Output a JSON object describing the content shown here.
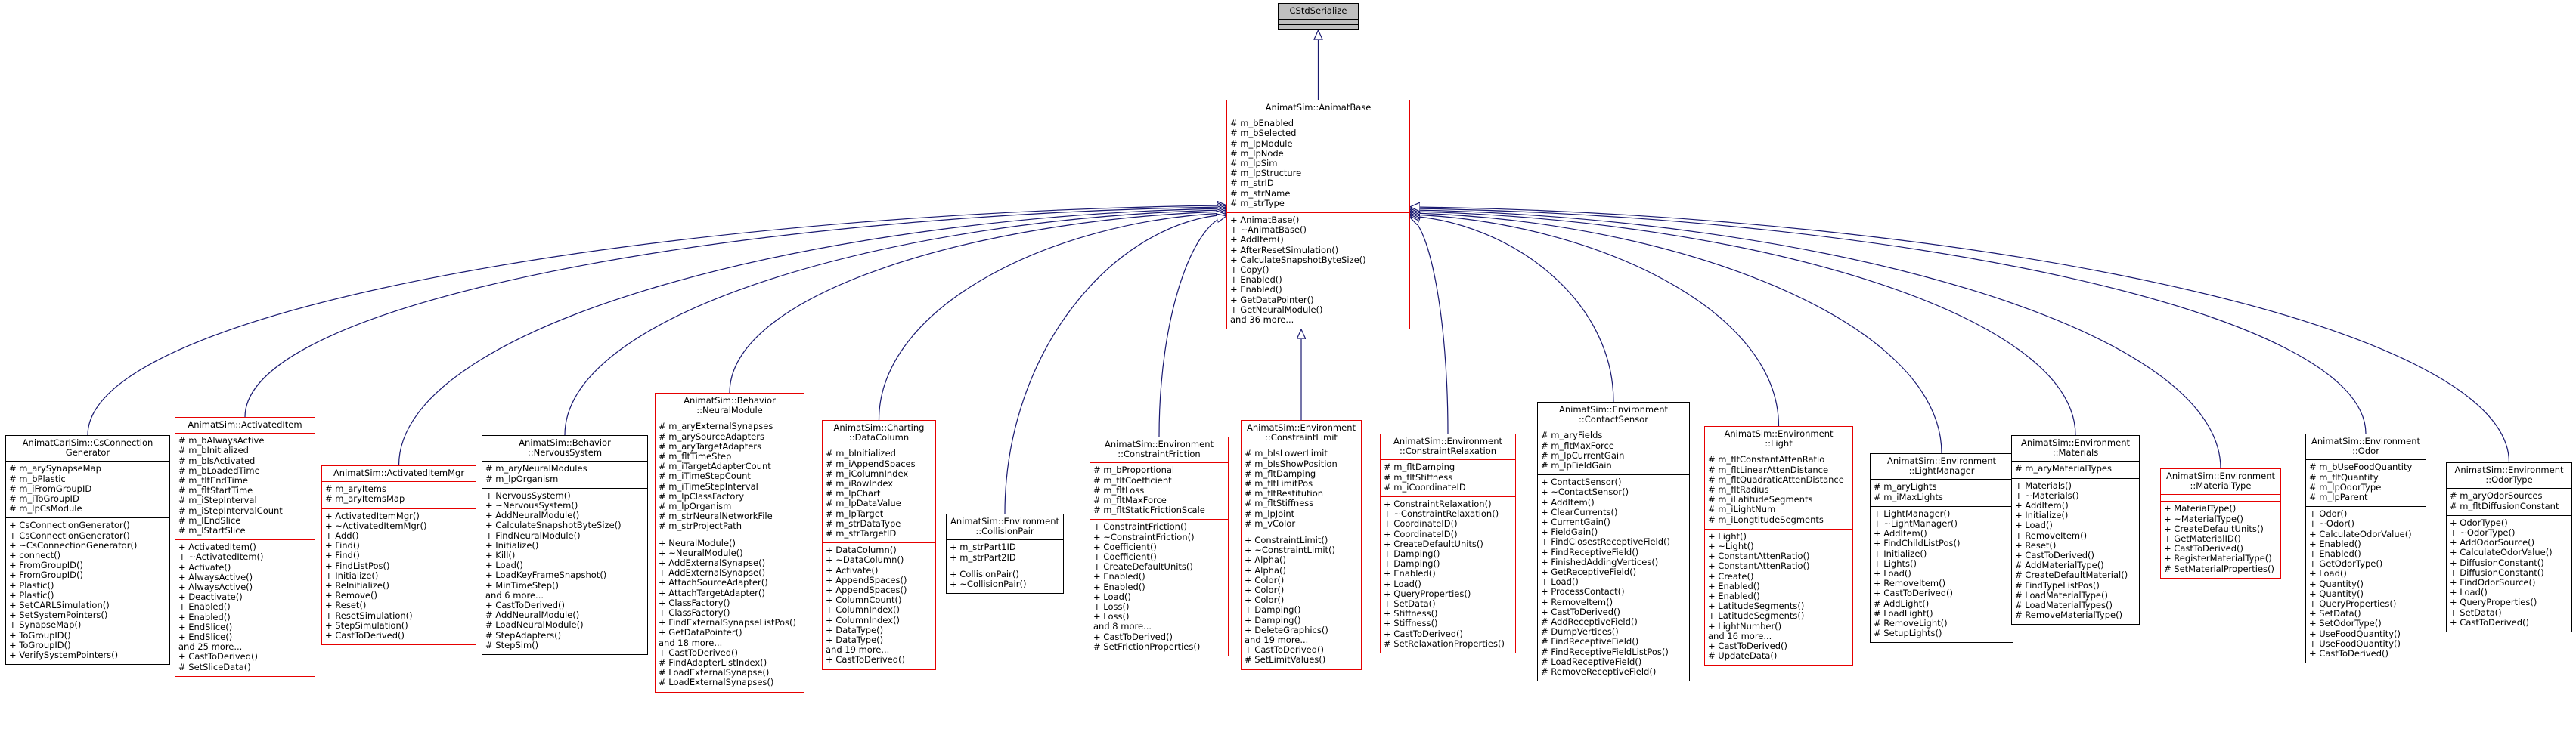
{
  "diagram": {
    "root": {
      "name": "CStdSerialize"
    },
    "base": {
      "name": "AnimatSim::AnimatBase",
      "attrs": [
        "# m_bEnabled",
        "# m_bSelected",
        "# m_lpModule",
        "# m_lpNode",
        "# m_lpSim",
        "# m_lpStructure",
        "# m_strID",
        "# m_strName",
        "# m_strType"
      ],
      "methods": [
        "+ AnimatBase()",
        "+ ~AnimatBase()",
        "+ AddItem()",
        "+ AfterResetSimulation()",
        "+ CalculateSnapshotByteSize()",
        "+ Copy()",
        "+ Enabled()",
        "+ Enabled()",
        "+ GetDataPointer()",
        "+ GetNeuralModule()",
        "and 36 more..."
      ]
    },
    "classes": [
      {
        "id": "cs-connection-generator",
        "title": [
          "AnimatCarlSim::CsConnection",
          "Generator"
        ],
        "attrs": [
          "# m_arySynapseMap",
          "# m_bPlastic",
          "# m_iFromGroupID",
          "# m_iToGroupID",
          "# m_lpCsModule"
        ],
        "methods": [
          "+ CsConnectionGenerator()",
          "+ CsConnectionGenerator()",
          "+ ~CsConnectionGenerator()",
          "+ connect()",
          "+ FromGroupID()",
          "+ FromGroupID()",
          "+ Plastic()",
          "+ Plastic()",
          "+ SetCARLSimulation()",
          "+ SetSystemPointers()",
          "+ SynapseMap()",
          "+ ToGroupID()",
          "+ ToGroupID()",
          "+ VerifySystemPointers()"
        ]
      },
      {
        "id": "activated-item",
        "title": [
          "AnimatSim::ActivatedItem"
        ],
        "attrs": [
          "# m_bAlwaysActive",
          "# m_bInitialized",
          "# m_bIsActivated",
          "# m_bLoadedTime",
          "# m_fltEndTime",
          "# m_fltStartTime",
          "# m_iStepInterval",
          "# m_iStepIntervalCount",
          "# m_lEndSlice",
          "# m_lStartSlice"
        ],
        "methods": [
          "+ ActivatedItem()",
          "+ ~ActivatedItem()",
          "+ Activate()",
          "+ AlwaysActive()",
          "+ AlwaysActive()",
          "+ Deactivate()",
          "+ Enabled()",
          "+ Enabled()",
          "+ EndSlice()",
          "+ EndSlice()",
          "and 25 more...",
          "+ CastToDerived()",
          "# SetSliceData()"
        ]
      },
      {
        "id": "activated-item-mgr",
        "title": [
          "AnimatSim::ActivatedItemMgr"
        ],
        "attrs": [
          "# m_aryItems",
          "# m_aryItemsMap"
        ],
        "methods": [
          "+ ActivatedItemMgr()",
          "+ ~ActivatedItemMgr()",
          "+ Add()",
          "+ Find()",
          "+ Find()",
          "+ FindListPos()",
          "+ Initialize()",
          "+ ReInitialize()",
          "+ Remove()",
          "+ Reset()",
          "+ ResetSimulation()",
          "+ StepSimulation()",
          "+ CastToDerived()"
        ]
      },
      {
        "id": "nervous-system",
        "title": [
          "AnimatSim::Behavior",
          "::NervousSystem"
        ],
        "attrs": [
          "# m_aryNeuralModules",
          "# m_lpOrganism"
        ],
        "methods": [
          "+ NervousSystem()",
          "+ ~NervousSystem()",
          "+ AddNeuralModule()",
          "+ CalculateSnapshotByteSize()",
          "+ FindNeuralModule()",
          "+ Initialize()",
          "+ Kill()",
          "+ Load()",
          "+ LoadKeyFrameSnapshot()",
          "+ MinTimeStep()",
          "and 6 more...",
          "+ CastToDerived()",
          "# AddNeuralModule()",
          "# LoadNeuralModule()",
          "# StepAdapters()",
          "# StepSim()"
        ]
      },
      {
        "id": "neural-module",
        "title": [
          "AnimatSim::Behavior",
          "::NeuralModule"
        ],
        "attrs": [
          "# m_aryExternalSynapses",
          "# m_arySourceAdapters",
          "# m_aryTargetAdapters",
          "# m_fltTimeStep",
          "# m_iTargetAdapterCount",
          "# m_iTimeStepCount",
          "# m_iTimeStepInterval",
          "# m_lpClassFactory",
          "# m_lpOrganism",
          "# m_strNeuralNetworkFile",
          "# m_strProjectPath"
        ],
        "methods": [
          "+ NeuralModule()",
          "+ ~NeuralModule()",
          "+ AddExternalSynapse()",
          "+ AddExternalSynapse()",
          "+ AttachSourceAdapter()",
          "+ AttachTargetAdapter()",
          "+ ClassFactory()",
          "+ ClassFactory()",
          "+ FindExternalSynapseListPos()",
          "+ GetDataPointer()",
          "and 18 more...",
          "+ CastToDerived()",
          "# FindAdapterListIndex()",
          "# LoadExternalSynapse()",
          "# LoadExternalSynapses()"
        ]
      },
      {
        "id": "data-column",
        "title": [
          "AnimatSim::Charting",
          "::DataColumn"
        ],
        "attrs": [
          "# m_bInitialized",
          "# m_iAppendSpaces",
          "# m_iColumnIndex",
          "# m_iRowIndex",
          "# m_lpChart",
          "# m_lpDataValue",
          "# m_lpTarget",
          "# m_strDataType",
          "# m_strTargetID"
        ],
        "methods": [
          "+ DataColumn()",
          "+ ~DataColumn()",
          "+ Activate()",
          "+ AppendSpaces()",
          "+ AppendSpaces()",
          "+ ColumnCount()",
          "+ ColumnIndex()",
          "+ ColumnIndex()",
          "+ DataType()",
          "+ DataType()",
          "and 19 more...",
          "+ CastToDerived()"
        ]
      },
      {
        "id": "collision-pair",
        "title": [
          "AnimatSim::Environment",
          "::CollisionPair"
        ],
        "attrs": [
          "+ m_strPart1ID",
          "+ m_strPart2ID"
        ],
        "methods": [
          "+ CollisionPair()",
          "+ ~CollisionPair()"
        ]
      },
      {
        "id": "constraint-friction",
        "title": [
          "AnimatSim::Environment",
          "::ConstraintFriction"
        ],
        "attrs": [
          "# m_bProportional",
          "# m_fltCoefficient",
          "# m_fltLoss",
          "# m_fltMaxForce",
          "# m_fltStaticFrictionScale"
        ],
        "methods": [
          "+ ConstraintFriction()",
          "+ ~ConstraintFriction()",
          "+ Coefficient()",
          "+ Coefficient()",
          "+ CreateDefaultUnits()",
          "+ Enabled()",
          "+ Enabled()",
          "+ Load()",
          "+ Loss()",
          "+ Loss()",
          "and 8 more...",
          "+ CastToDerived()",
          "# SetFrictionProperties()"
        ]
      },
      {
        "id": "constraint-limit",
        "title": [
          "AnimatSim::Environment",
          "::ConstraintLimit"
        ],
        "attrs": [
          "# m_bIsLowerLimit",
          "# m_bIsShowPosition",
          "# m_fltDamping",
          "# m_fltLimitPos",
          "# m_fltRestitution",
          "# m_fltStiffness",
          "# m_lpJoint",
          "# m_vColor"
        ],
        "methods": [
          "+ ConstraintLimit()",
          "+ ~ConstraintLimit()",
          "+ Alpha()",
          "+ Alpha()",
          "+ Color()",
          "+ Color()",
          "+ Color()",
          "+ Damping()",
          "+ Damping()",
          "+ DeleteGraphics()",
          "and 19 more...",
          "+ CastToDerived()",
          "# SetLimitValues()"
        ]
      },
      {
        "id": "constraint-relaxation",
        "title": [
          "AnimatSim::Environment",
          "::ConstraintRelaxation"
        ],
        "attrs": [
          "# m_fltDamping",
          "# m_fltStiffness",
          "# m_iCoordinateID"
        ],
        "methods": [
          "+ ConstraintRelaxation()",
          "+ ~ConstraintRelaxation()",
          "+ CoordinateID()",
          "+ CoordinateID()",
          "+ CreateDefaultUnits()",
          "+ Damping()",
          "+ Damping()",
          "+ Enabled()",
          "+ Load()",
          "+ QueryProperties()",
          "+ SetData()",
          "+ Stiffness()",
          "+ Stiffness()",
          "+ CastToDerived()",
          "# SetRelaxationProperties()"
        ]
      },
      {
        "id": "contact-sensor",
        "title": [
          "AnimatSim::Environment",
          "::ContactSensor"
        ],
        "attrs": [
          "# m_aryFields",
          "# m_fltMaxForce",
          "# m_lpCurrentGain",
          "# m_lpFieldGain"
        ],
        "methods": [
          "+ ContactSensor()",
          "+ ~ContactSensor()",
          "+ AddItem()",
          "+ ClearCurrents()",
          "+ CurrentGain()",
          "+ FieldGain()",
          "+ FindClosestReceptiveField()",
          "+ FindReceptiveField()",
          "+ FinishedAddingVertices()",
          "+ GetReceptiveField()",
          "+ Load()",
          "+ ProcessContact()",
          "+ RemoveItem()",
          "+ CastToDerived()",
          "# AddReceptiveField()",
          "# DumpVertices()",
          "# FindReceptiveField()",
          "# FindReceptiveFieldListPos()",
          "# LoadReceptiveField()",
          "# RemoveReceptiveField()"
        ]
      },
      {
        "id": "light",
        "title": [
          "AnimatSim::Environment",
          "::Light"
        ],
        "attrs": [
          "# m_fltConstantAttenRatio",
          "# m_fltLinearAttenDistance",
          "# m_fltQuadraticAttenDistance",
          "# m_fltRadius",
          "# m_iLatitudeSegments",
          "# m_iLightNum",
          "# m_iLongtitudeSegments"
        ],
        "methods": [
          "+ Light()",
          "+ ~Light()",
          "+ ConstantAttenRatio()",
          "+ ConstantAttenRatio()",
          "+ Create()",
          "+ Enabled()",
          "+ Enabled()",
          "+ LatitudeSegments()",
          "+ LatitudeSegments()",
          "+ LightNumber()",
          "and 16 more...",
          "+ CastToDerived()",
          "# UpdateData()"
        ]
      },
      {
        "id": "light-manager",
        "title": [
          "AnimatSim::Environment",
          "::LightManager"
        ],
        "attrs": [
          "# m_aryLights",
          "# m_iMaxLights"
        ],
        "methods": [
          "+ LightManager()",
          "+ ~LightManager()",
          "+ AddItem()",
          "+ FindChildListPos()",
          "+ Initialize()",
          "+ Lights()",
          "+ Load()",
          "+ RemoveItem()",
          "+ CastToDerived()",
          "# AddLight()",
          "# LoadLight()",
          "# RemoveLight()",
          "# SetupLights()"
        ]
      },
      {
        "id": "materials",
        "title": [
          "AnimatSim::Environment",
          "::Materials"
        ],
        "attrs": [
          "# m_aryMaterialTypes"
        ],
        "methods": [
          "+ Materials()",
          "+ ~Materials()",
          "+ AddItem()",
          "+ Initialize()",
          "+ Load()",
          "+ RemoveItem()",
          "+ Reset()",
          "+ CastToDerived()",
          "# AddMaterialType()",
          "# CreateDefaultMaterial()",
          "# FindTypeListPos()",
          "# LoadMaterialType()",
          "# LoadMaterialTypes()",
          "# RemoveMaterialType()"
        ]
      },
      {
        "id": "material-type",
        "title": [
          "AnimatSim::Environment",
          "::MaterialType"
        ],
        "attrs": [],
        "methods": [
          "+ MaterialType()",
          "+ ~MaterialType()",
          "+ CreateDefaultUnits()",
          "+ GetMaterialID()",
          "+ CastToDerived()",
          "+ RegisterMaterialType()",
          "# SetMaterialProperties()"
        ]
      },
      {
        "id": "odor",
        "title": [
          "AnimatSim::Environment",
          "::Odor"
        ],
        "attrs": [
          "# m_bUseFoodQuantity",
          "# m_fltQuantity",
          "# m_lpOdorType",
          "# m_lpParent"
        ],
        "methods": [
          "+ Odor()",
          "+ ~Odor()",
          "+ CalculateOdorValue()",
          "+ Enabled()",
          "+ Enabled()",
          "+ GetOdorType()",
          "+ Load()",
          "+ Quantity()",
          "+ Quantity()",
          "+ QueryProperties()",
          "+ SetData()",
          "+ SetOdorType()",
          "+ UseFoodQuantity()",
          "+ UseFoodQuantity()",
          "+ CastToDerived()"
        ]
      },
      {
        "id": "odor-type",
        "title": [
          "AnimatSim::Environment",
          "::OdorType"
        ],
        "attrs": [
          "# m_aryOdorSources",
          "# m_fltDiffusionConstant"
        ],
        "methods": [
          "+ OdorType()",
          "+ ~OdorType()",
          "+ AddOdorSource()",
          "+ CalculateOdorValue()",
          "+ DiffusionConstant()",
          "+ DiffusionConstant()",
          "+ FindOdorSource()",
          "+ Load()",
          "+ QueryProperties()",
          "+ SetData()",
          "+ CastToDerived()"
        ]
      }
    ]
  }
}
